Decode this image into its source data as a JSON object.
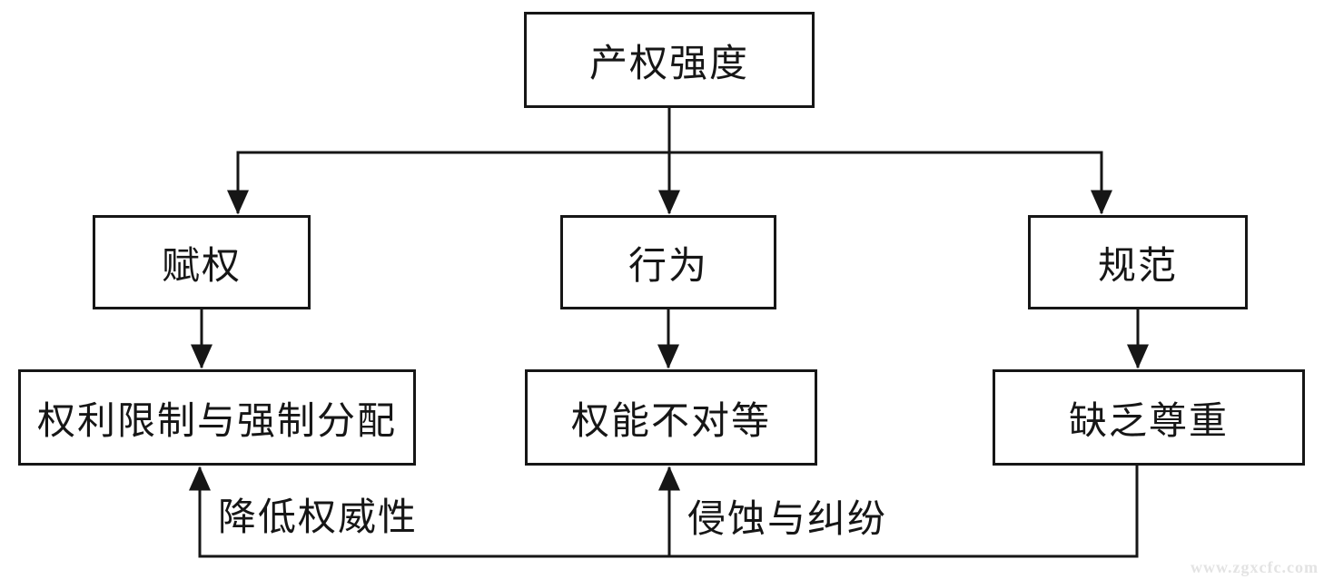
{
  "diagram": {
    "root": {
      "label": "产权强度"
    },
    "level2": [
      {
        "label": "赋权"
      },
      {
        "label": "行为"
      },
      {
        "label": "规范"
      }
    ],
    "level3": [
      {
        "label": "权利限制与强制分配"
      },
      {
        "label": "权能不对等"
      },
      {
        "label": "缺乏尊重"
      }
    ],
    "edges": [
      {
        "from": "产权强度",
        "to": "赋权",
        "label": ""
      },
      {
        "from": "产权强度",
        "to": "行为",
        "label": ""
      },
      {
        "from": "产权强度",
        "to": "规范",
        "label": ""
      },
      {
        "from": "赋权",
        "to": "权利限制与强制分配",
        "label": ""
      },
      {
        "from": "行为",
        "to": "权能不对等",
        "label": ""
      },
      {
        "from": "规范",
        "to": "缺乏尊重",
        "label": ""
      },
      {
        "from": "缺乏尊重",
        "to": "权利限制与强制分配",
        "label": "降低权威性"
      },
      {
        "from": "缺乏尊重",
        "to": "权能不对等",
        "label": "侵蚀与纠纷"
      }
    ],
    "feedback_labels": {
      "left": "降低权威性",
      "middle": "侵蚀与纠纷"
    },
    "colors": {
      "line": "#161616",
      "box_border": "#161616",
      "text": "#161616",
      "background": "#ffffff",
      "watermark": "#e3e3e3"
    },
    "watermark": "www.zgxcfc.com"
  }
}
